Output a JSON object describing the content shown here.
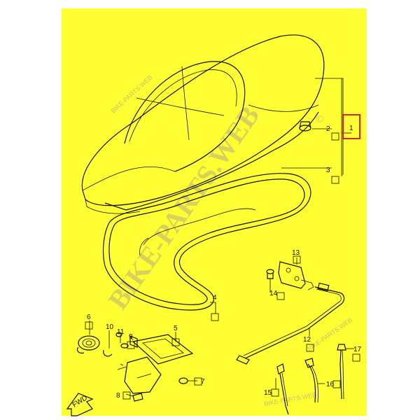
{
  "parts": [
    {
      "id": "p1",
      "label": "1"
    },
    {
      "id": "p2",
      "label": "2"
    },
    {
      "id": "p3",
      "label": "3"
    },
    {
      "id": "p4",
      "label": "4"
    },
    {
      "id": "p5",
      "label": "5"
    },
    {
      "id": "p6",
      "label": "6"
    },
    {
      "id": "p7",
      "label": "7"
    },
    {
      "id": "p8",
      "label": "8"
    },
    {
      "id": "p9",
      "label": "9"
    },
    {
      "id": "p10",
      "label": "10"
    },
    {
      "id": "p11",
      "label": "11"
    },
    {
      "id": "p12",
      "label": "12"
    },
    {
      "id": "p13",
      "label": "13"
    },
    {
      "id": "p14",
      "label": "14"
    },
    {
      "id": "p15",
      "label": "15"
    },
    {
      "id": "p16",
      "label": "16"
    },
    {
      "id": "p17",
      "label": "17"
    }
  ],
  "watermark": {
    "large": "BIKE-PARTS.WEB",
    "small_top": "BIKE-PARTS.WEB",
    "small_bottom": "BIKE-PARTS.WEB",
    "copyright": "©"
  },
  "fwd_label": "FWD",
  "colors": {
    "sheet": "#ffff33",
    "highlight": "#e02020",
    "ink": "#111111"
  }
}
